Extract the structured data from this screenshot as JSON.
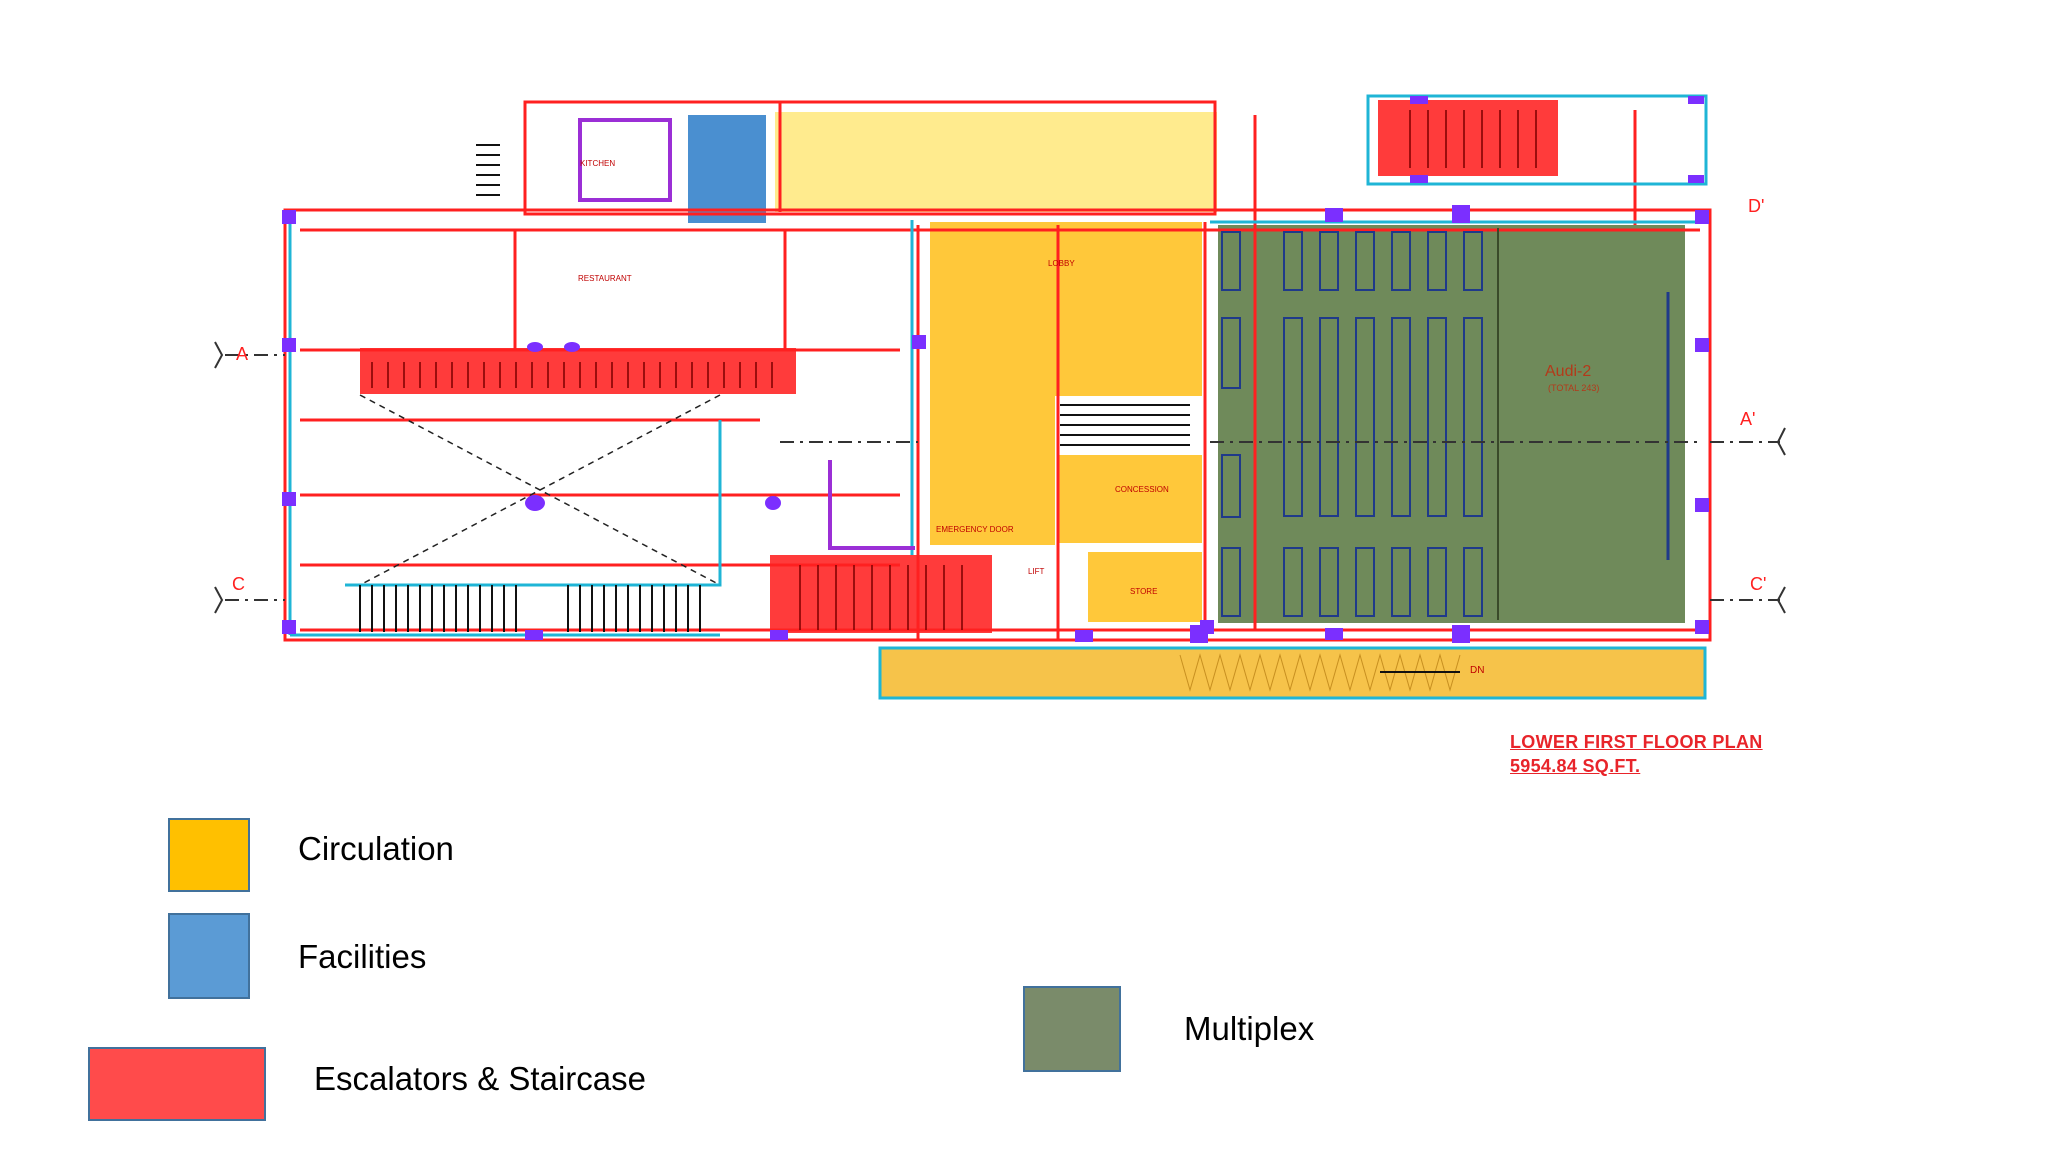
{
  "plan": {
    "title": "LOWER FIRST FLOOR PLAN",
    "area": "5954.84 SQ.FT.",
    "grid_labels": {
      "a": "A",
      "a_prime": "A'",
      "c": "C",
      "c_prime": "C'",
      "d_prime": "D'"
    },
    "rooms": {
      "kitchen": "KITCHEN",
      "restaurant": "RESTAURANT",
      "lobby": "LOBBY",
      "concession": "CONCESSION",
      "store": "STORE",
      "lift": "LIFT",
      "emergency_door": "EMERGENCY DOOR",
      "audi_name": "Audi-2",
      "audi_total": "(TOTAL 243)",
      "dn_label": "DN"
    }
  },
  "legend": {
    "items": [
      {
        "label": "Circulation",
        "color": "#ffc000"
      },
      {
        "label": "Facilities",
        "color": "#5b9bd5"
      },
      {
        "label": "Escalators & Staircase",
        "color": "#ff4b4b"
      },
      {
        "label": "Multiplex",
        "color": "#7a8b6a"
      }
    ]
  },
  "colors": {
    "wall_red": "#ff2020",
    "column_purple": "#7b2fff",
    "wall_cyan": "#1fb5d6",
    "seat_blue": "#1f3a8a"
  }
}
